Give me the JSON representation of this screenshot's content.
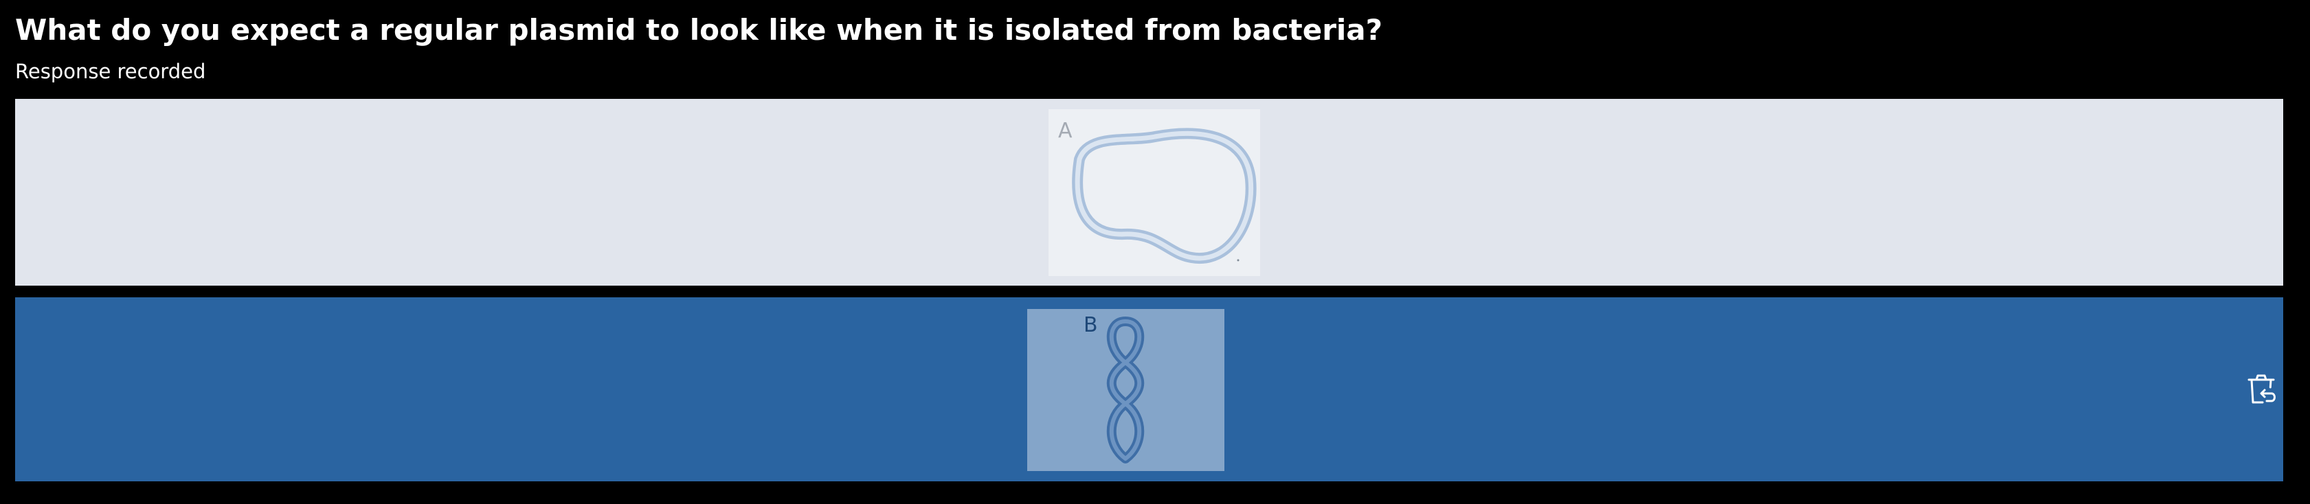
{
  "question": {
    "title": "What do you expect a regular plasmid to look like when it is isolated from bacteria?",
    "status": "Response recorded"
  },
  "options": [
    {
      "letter": "A",
      "image_icon": "circular-plasmid-image",
      "selected": false,
      "background": "#e1e5ed"
    },
    {
      "letter": "B",
      "image_icon": "supercoiled-plasmid-image",
      "selected": true,
      "background": "#2a64a1"
    }
  ],
  "actions": {
    "clear_icon": "clear-response-icon"
  },
  "colors": {
    "page_background": "#000000",
    "selected_option": "#2a64a1",
    "unselected_option": "#e1e5ed"
  }
}
